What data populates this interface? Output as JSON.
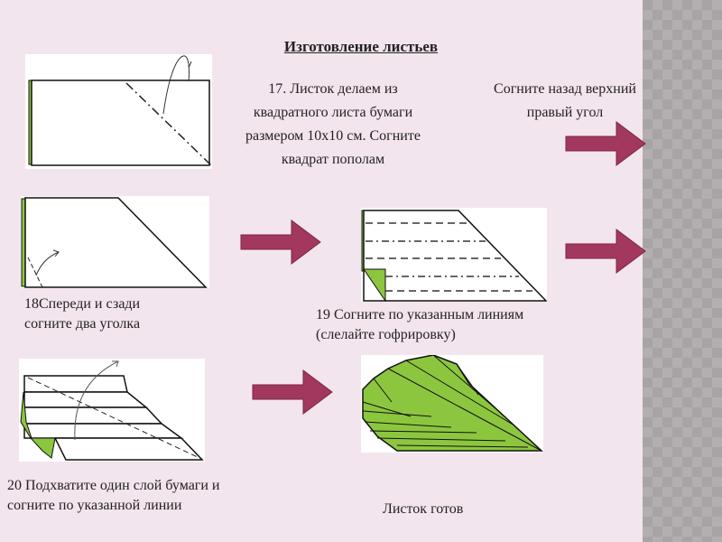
{
  "title": "Изготовление листьев",
  "step17": {
    "lines": [
      "17. Листок делаем из",
      "квадратного листа бумаги",
      "размером 10х10 см. Согните",
      "квадрат пополам"
    ]
  },
  "step17b": {
    "lines": [
      "Согните назад верхний",
      "правый угол"
    ]
  },
  "step18": {
    "lines": [
      "18Спереди и сзади",
      "согните два уголка"
    ]
  },
  "step19": {
    "lines": [
      "19 Согните по указанным линиям",
      "(слелайте гофрировку)"
    ]
  },
  "step20": {
    "lines": [
      "20 Подхватите один слой бумаги и",
      "согните по указанной линии"
    ]
  },
  "final": {
    "label": "Листок готов"
  },
  "colors": {
    "arrow": "#a3385f",
    "leaf": "#8cc63f",
    "background": "#f3e5ed"
  }
}
